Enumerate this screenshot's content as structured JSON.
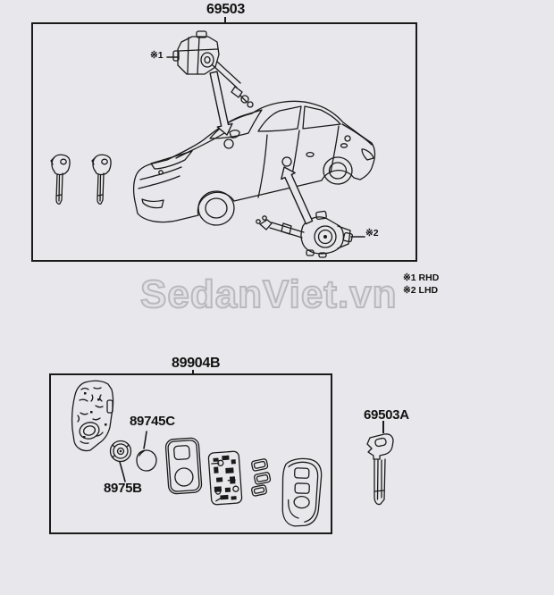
{
  "colors": {
    "background": "#e8e8ec",
    "line": "#1a1a1a",
    "watermark_outline": "#b9b9bd"
  },
  "top_box": {
    "part_number": "69503",
    "marker_ignition": "※1",
    "marker_door": "※2"
  },
  "footnotes": {
    "rhd": "※1 RHD",
    "lhd": "※2 LHD"
  },
  "watermark": {
    "text": "SedanViet.vn"
  },
  "bottom_box": {
    "part_number": "89904B",
    "label_battery": "89745C",
    "label_ring": "8975B"
  },
  "key_blank": {
    "part_number": "69503A"
  }
}
